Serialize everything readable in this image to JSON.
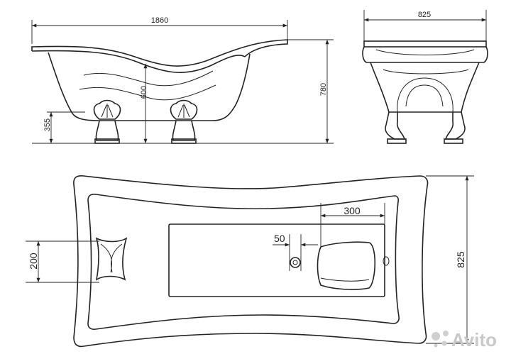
{
  "dimensions": {
    "side_length": "1860",
    "side_height_rim": "600",
    "side_height_total": "780",
    "side_feet_height": "355",
    "end_width": "825",
    "plan_headrest_offset": "300",
    "plan_drain_dim": "50",
    "plan_left_dim": "200",
    "plan_width": "825"
  },
  "watermark": {
    "text": "Avito"
  }
}
